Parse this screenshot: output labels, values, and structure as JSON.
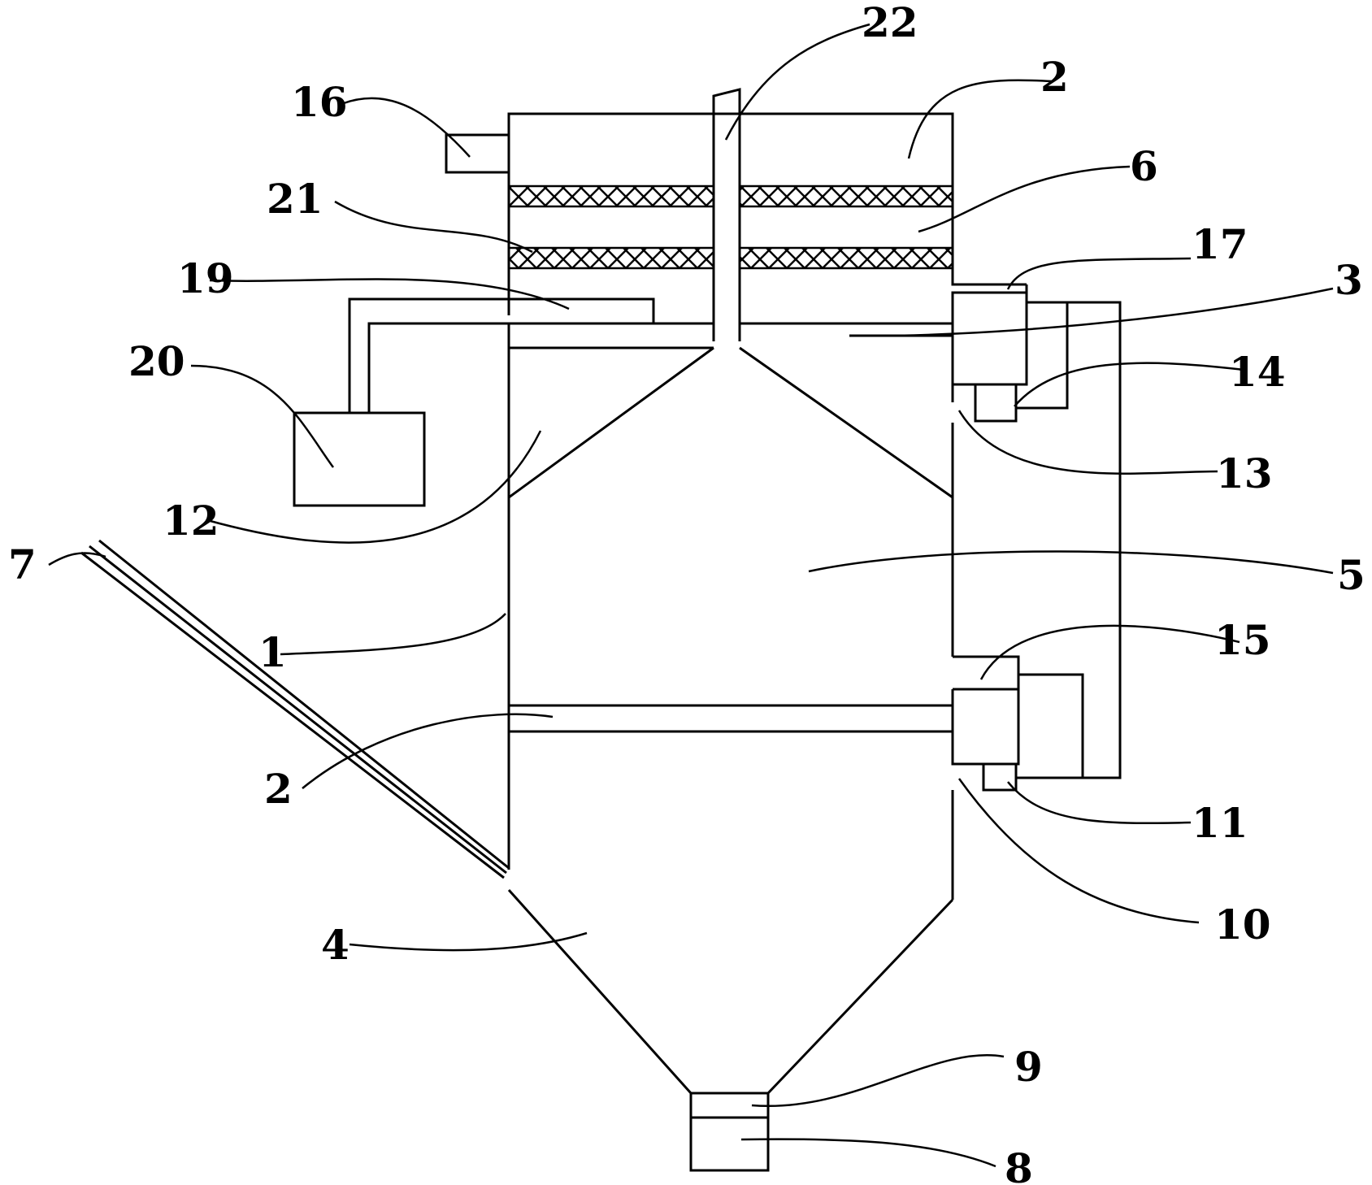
{
  "labels": {
    "l1": "1",
    "l2a": "2",
    "l2b": "2",
    "l3": "3",
    "l4": "4",
    "l5": "5",
    "l6": "6",
    "l7": "7",
    "l8": "8",
    "l9": "9",
    "l10": "10",
    "l11": "11",
    "l12": "12",
    "l13": "13",
    "l14": "14",
    "l15": "15",
    "l16": "16",
    "l17": "17",
    "l19": "19",
    "l20": "20",
    "l21": "21",
    "l22": "22"
  }
}
